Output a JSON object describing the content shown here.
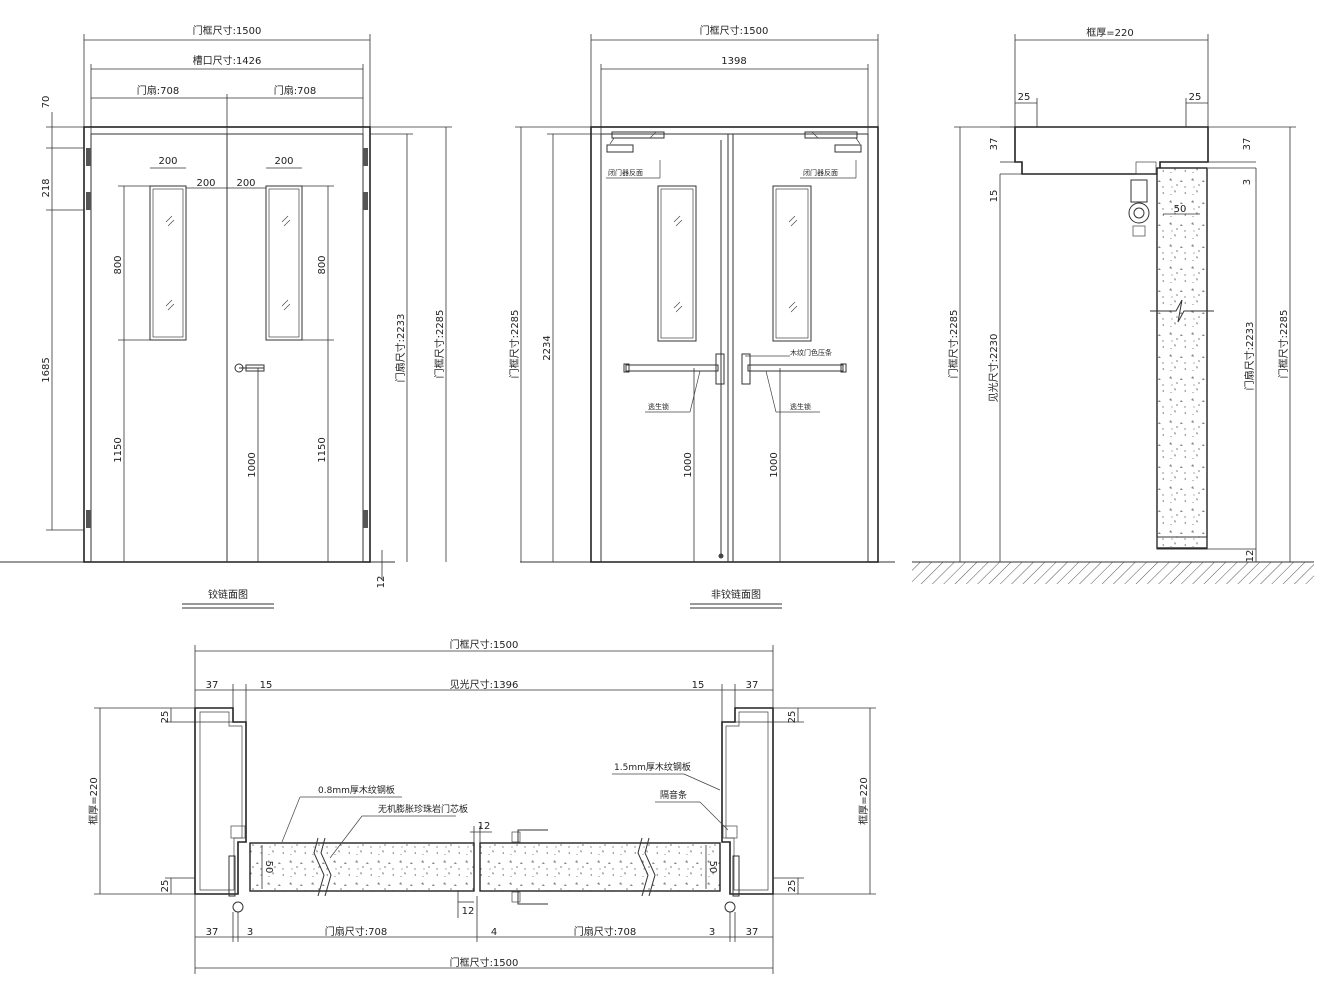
{
  "hinge_elevation": {
    "title": "铰链面图",
    "frame_size": "门框尺寸:1500",
    "rebate_size": "槽口尺寸:1426",
    "leaf_left": "门扇:708",
    "leaf_right": "门扇:708",
    "dim_70": "70",
    "dim_218": "218",
    "dim_200_a": "200",
    "dim_200_b": "200",
    "dim_200_c": "200",
    "dim_200_d": "200",
    "dim_800_left": "800",
    "dim_800_right": "800",
    "dim_1685": "1685",
    "dim_1150_left": "1150",
    "dim_1150_right": "1150",
    "dim_1000": "1000",
    "leaf_height": "门扇尺寸:2233",
    "frame_height": "门框尺寸:2285",
    "dim_12": "12"
  },
  "non_hinge_elevation": {
    "title": "非铰链面图",
    "frame_size": "门框尺寸:1500",
    "inner_width": "1398",
    "frame_height": "门框尺寸:2285",
    "dim_2234": "2234",
    "closer_left": "闭门器反面",
    "closer_right": "闭门器反面",
    "seq_label": "木纹门色压条",
    "escape_left": "逃生锁",
    "escape_right": "逃生锁",
    "dim_1000_left": "1000",
    "dim_1000_right": "1000"
  },
  "side_section": {
    "frame_thickness": "框厚=220",
    "dim_25_left": "25",
    "dim_25_right": "25",
    "dim_37_left": "37",
    "dim_37_right": "37",
    "dim_15": "15",
    "dim_3": "3",
    "dim_50": "50",
    "frame_height": "门框尺寸:2285",
    "clear_height": "见光尺寸:2230",
    "leaf_height": "门扇尺寸:2233",
    "dim_12": "12"
  },
  "plan_section": {
    "frame_size_top": "门框尺寸:1500",
    "clear_width": "见光尺寸:1396",
    "frame_size_bottom": "门框尺寸:1500",
    "leaf_left": "门扇尺寸:708",
    "leaf_right": "门扇尺寸:708",
    "dim_37_tl": "37",
    "dim_15_l": "15",
    "dim_15_r": "15",
    "dim_37_tr": "37",
    "dim_37_bl": "37",
    "dim_3_l": "3",
    "dim_4": "4",
    "dim_3_r": "3",
    "dim_37_br": "37",
    "dim_25_tl": "25",
    "dim_25_bl": "25",
    "dim_25_tr": "25",
    "dim_25_br": "25",
    "thickness_left": "框厚=220",
    "thickness_right": "框厚=220",
    "dim_12_top": "12",
    "dim_12_bottom": "12",
    "dim_50_left": "50",
    "dim_50_right": "50",
    "note_steel_08": "0.8mm厚木纹钢板",
    "note_core": "无机膨胀珍珠岩门芯板",
    "note_steel_15": "1.5mm厚木纹钢板",
    "note_seal": "隔音条"
  }
}
